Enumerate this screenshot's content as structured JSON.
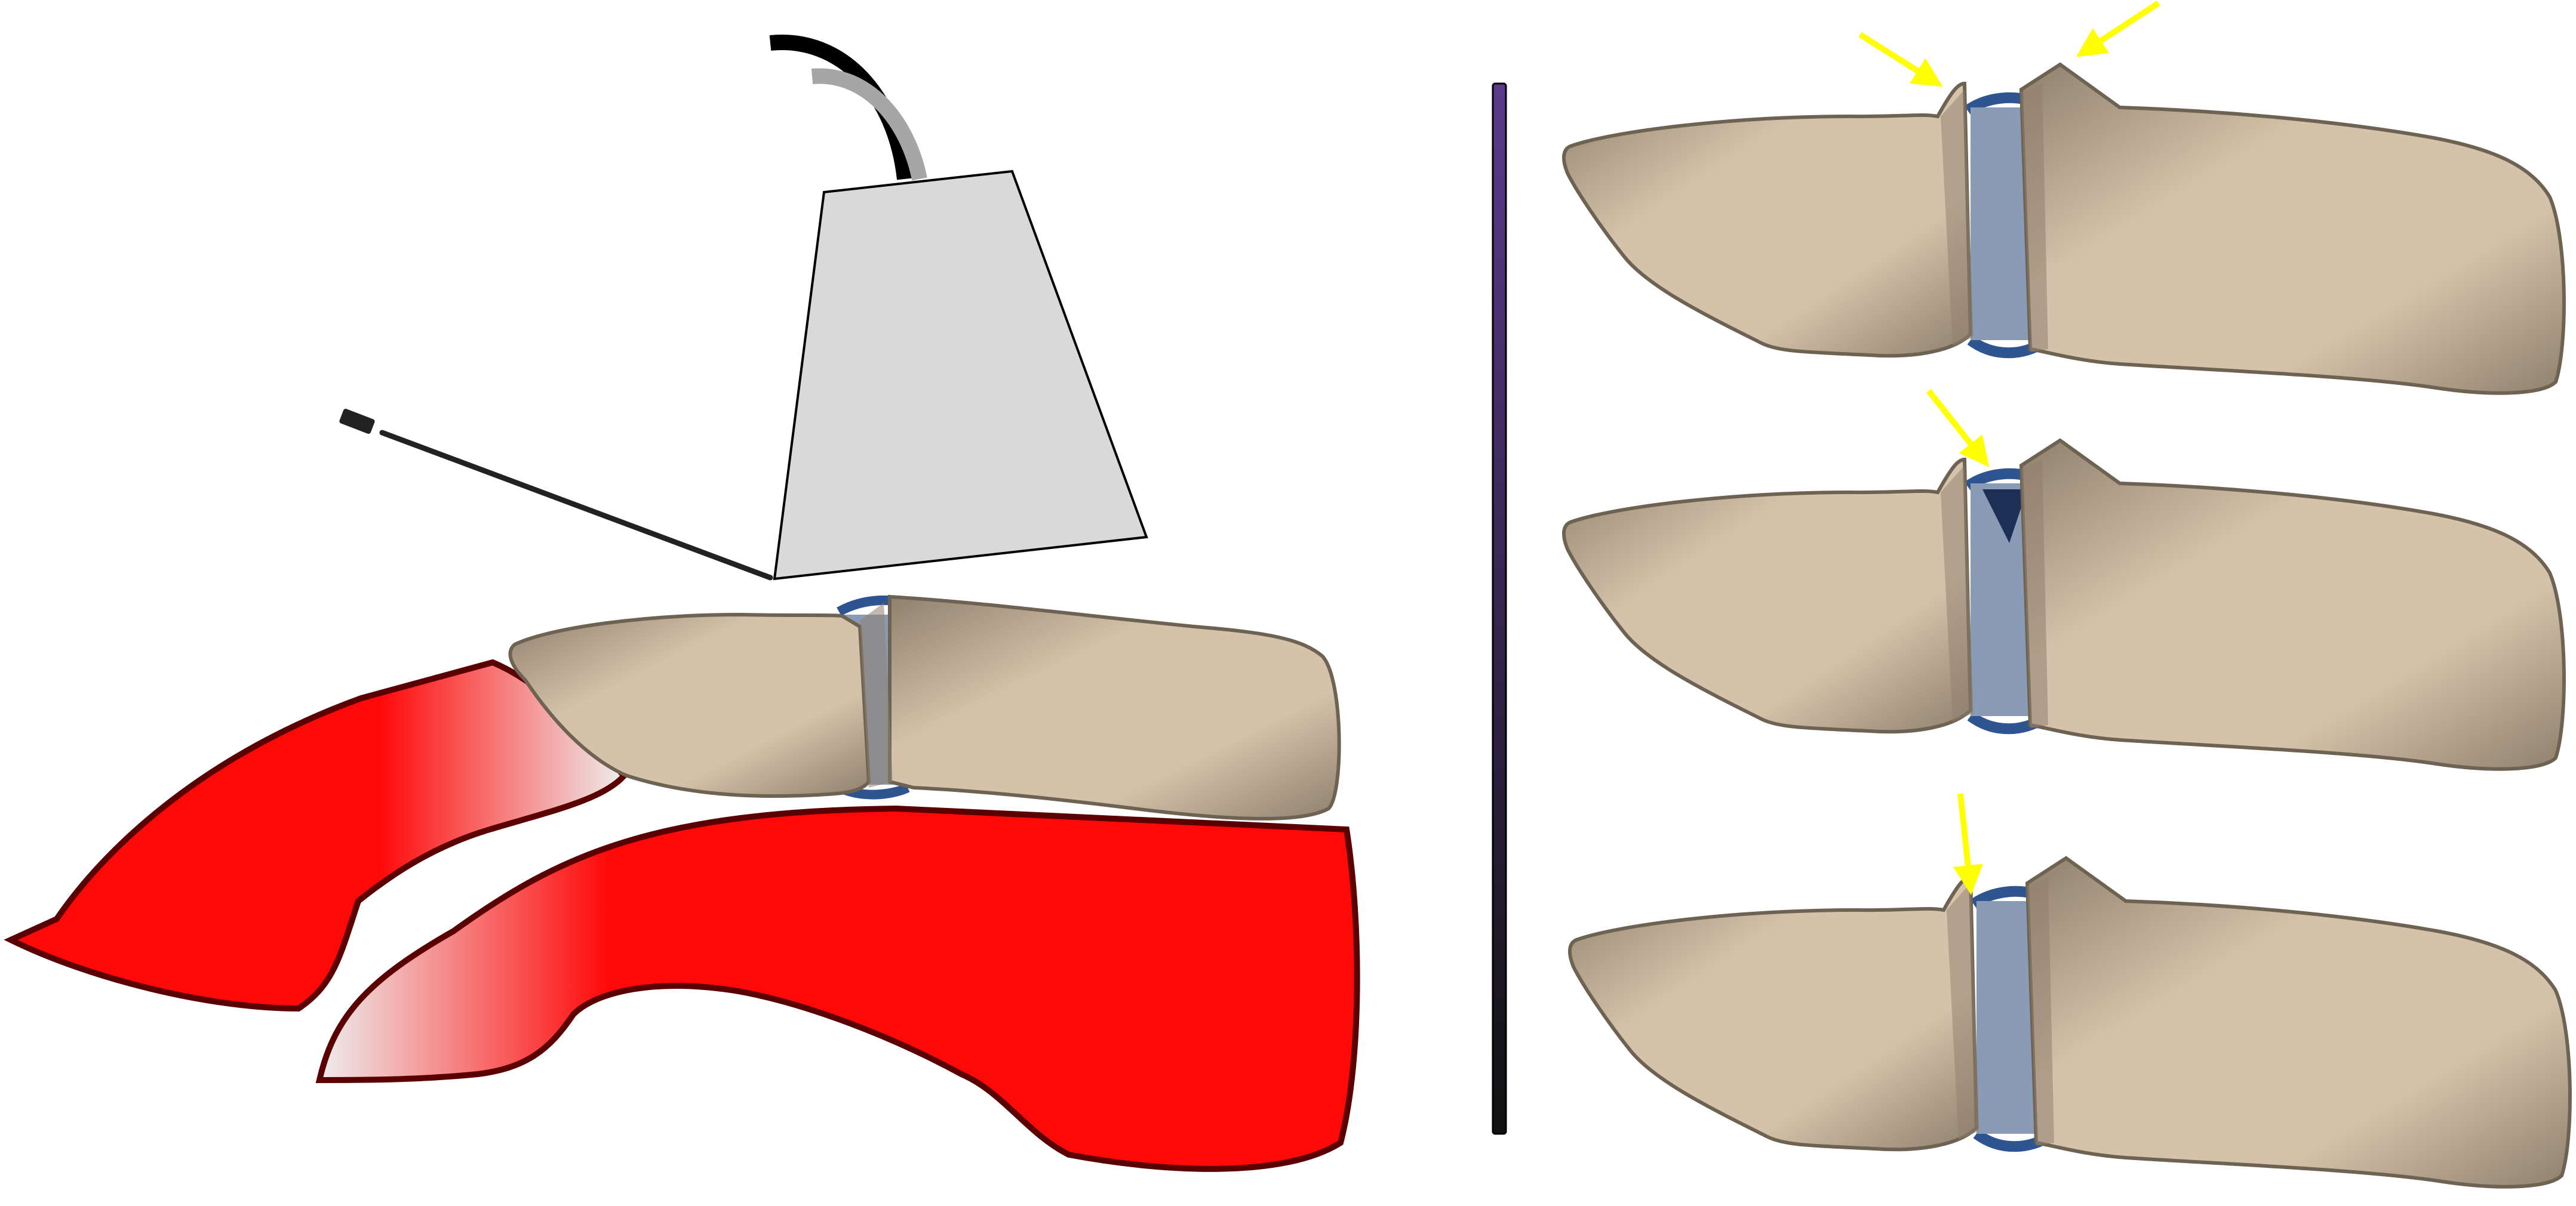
{
  "colors": {
    "background": "#ffffff",
    "bone": "#d4c3aa",
    "bone_dark": "#8f806d",
    "bone_shadow": "#6e6252",
    "cartilage": "#8a9bb5",
    "capsule": "#2e5590",
    "capsule_dark": "#1c2f55",
    "tendon_red": "#ff0808",
    "tendon_dark": "#5a0000",
    "tendon_white": "#eeeeee",
    "probe_fill": "#d9d9d9",
    "probe_outline": "#000000",
    "cable_black": "#000000",
    "cable_gray": "#a6a6a6",
    "needle": "#222222",
    "divider": "#5b3a8c",
    "arrow": "#ffff00"
  },
  "icons": {
    "probe": "ultrasound-probe-icon",
    "needle": "needle-icon",
    "arrow": "arrow-down-right-icon"
  },
  "panels": {
    "left": {
      "elements": [
        "probe",
        "needle",
        "finger-joint",
        "tendon-upper",
        "tendon-lower"
      ]
    },
    "right": {
      "joints": [
        {
          "id": "joint-1",
          "arrows": 2,
          "capsule_state": "distended"
        },
        {
          "id": "joint-2",
          "arrows": 1,
          "capsule_state": "notched"
        },
        {
          "id": "joint-3",
          "arrows": 1,
          "capsule_state": "narrowed"
        }
      ]
    }
  }
}
